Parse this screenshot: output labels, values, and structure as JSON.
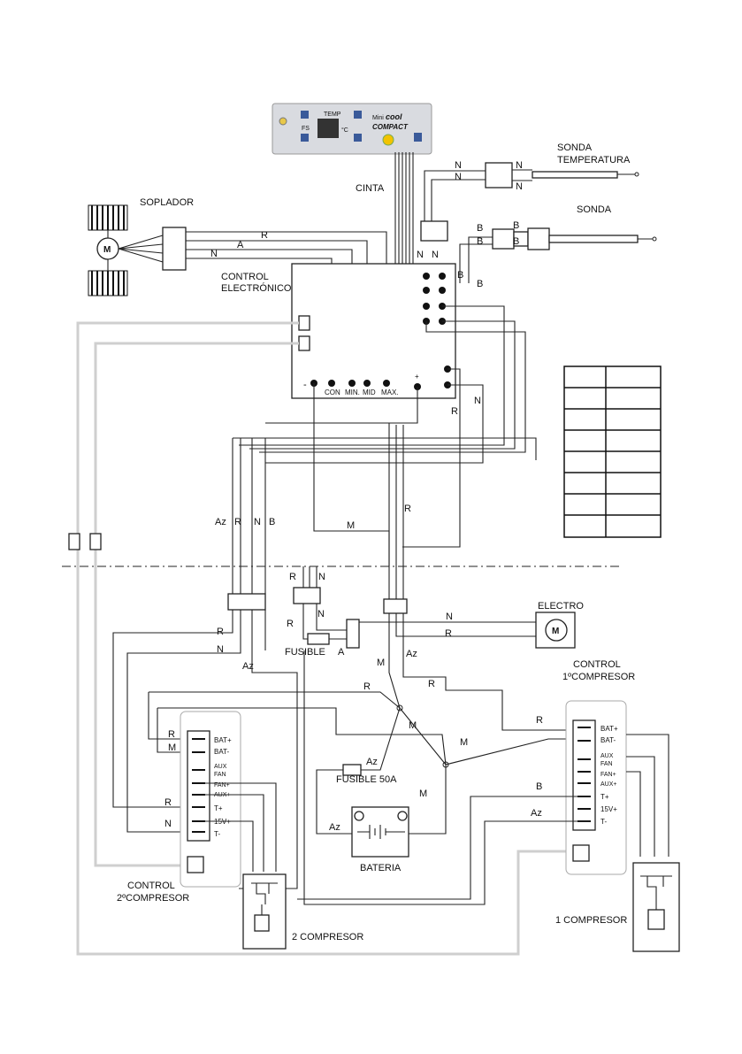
{
  "panel": {
    "brand_line1": "Mini",
    "brand_line2": "cool",
    "brand_line3": "COMPACT",
    "temp_label": "TEMP",
    "fs_label": "FS",
    "unit": "°C"
  },
  "labels": {
    "cinta": "CINTA",
    "sonda_temperatura_1": "SONDA",
    "sonda_temperatura_2": "TEMPERATURA",
    "sonda": "SONDA",
    "soplador": "SOPLADOR",
    "motor": "M",
    "control_electronico_1": "CONTROL",
    "control_electronico_2": "ELECTRÓNICO",
    "con": "CON",
    "min": "MIN.",
    "mid": "MID",
    "max": "MAX.",
    "minus": "-",
    "plus": "+",
    "electro": "ELECTRO",
    "fusible": "FUSIBLE",
    "fusible_50a": "FUSIBLE 50A",
    "bateria": "BATERIA",
    "control_1_1": "CONTROL",
    "control_1_2": "1ºCOMPRESOR",
    "control_2_1": "CONTROL",
    "control_2_2": "2ºCOMPRESOR",
    "compresor_1": "1 COMPRESOR",
    "compresor_2": "2 COMPRESOR"
  },
  "wire_codes": {
    "N": "N",
    "B": "B",
    "R": "R",
    "A": "A",
    "M": "M",
    "Az": "Az"
  },
  "terminals": {
    "bat_plus": "BAT+",
    "bat_minus": "BAT-",
    "aux_fan_minus_1": "AUX",
    "aux_fan_minus_2": "FAN",
    "fan_plus": "FAN+",
    "aux_plus": "AUX+",
    "t_plus": "T+",
    "v15_plus": "15V+",
    "t_minus": "T-"
  },
  "colors": {
    "wire": "#222222",
    "ground_wire": "#cfcfcf",
    "panel": "#d9dbe0"
  }
}
